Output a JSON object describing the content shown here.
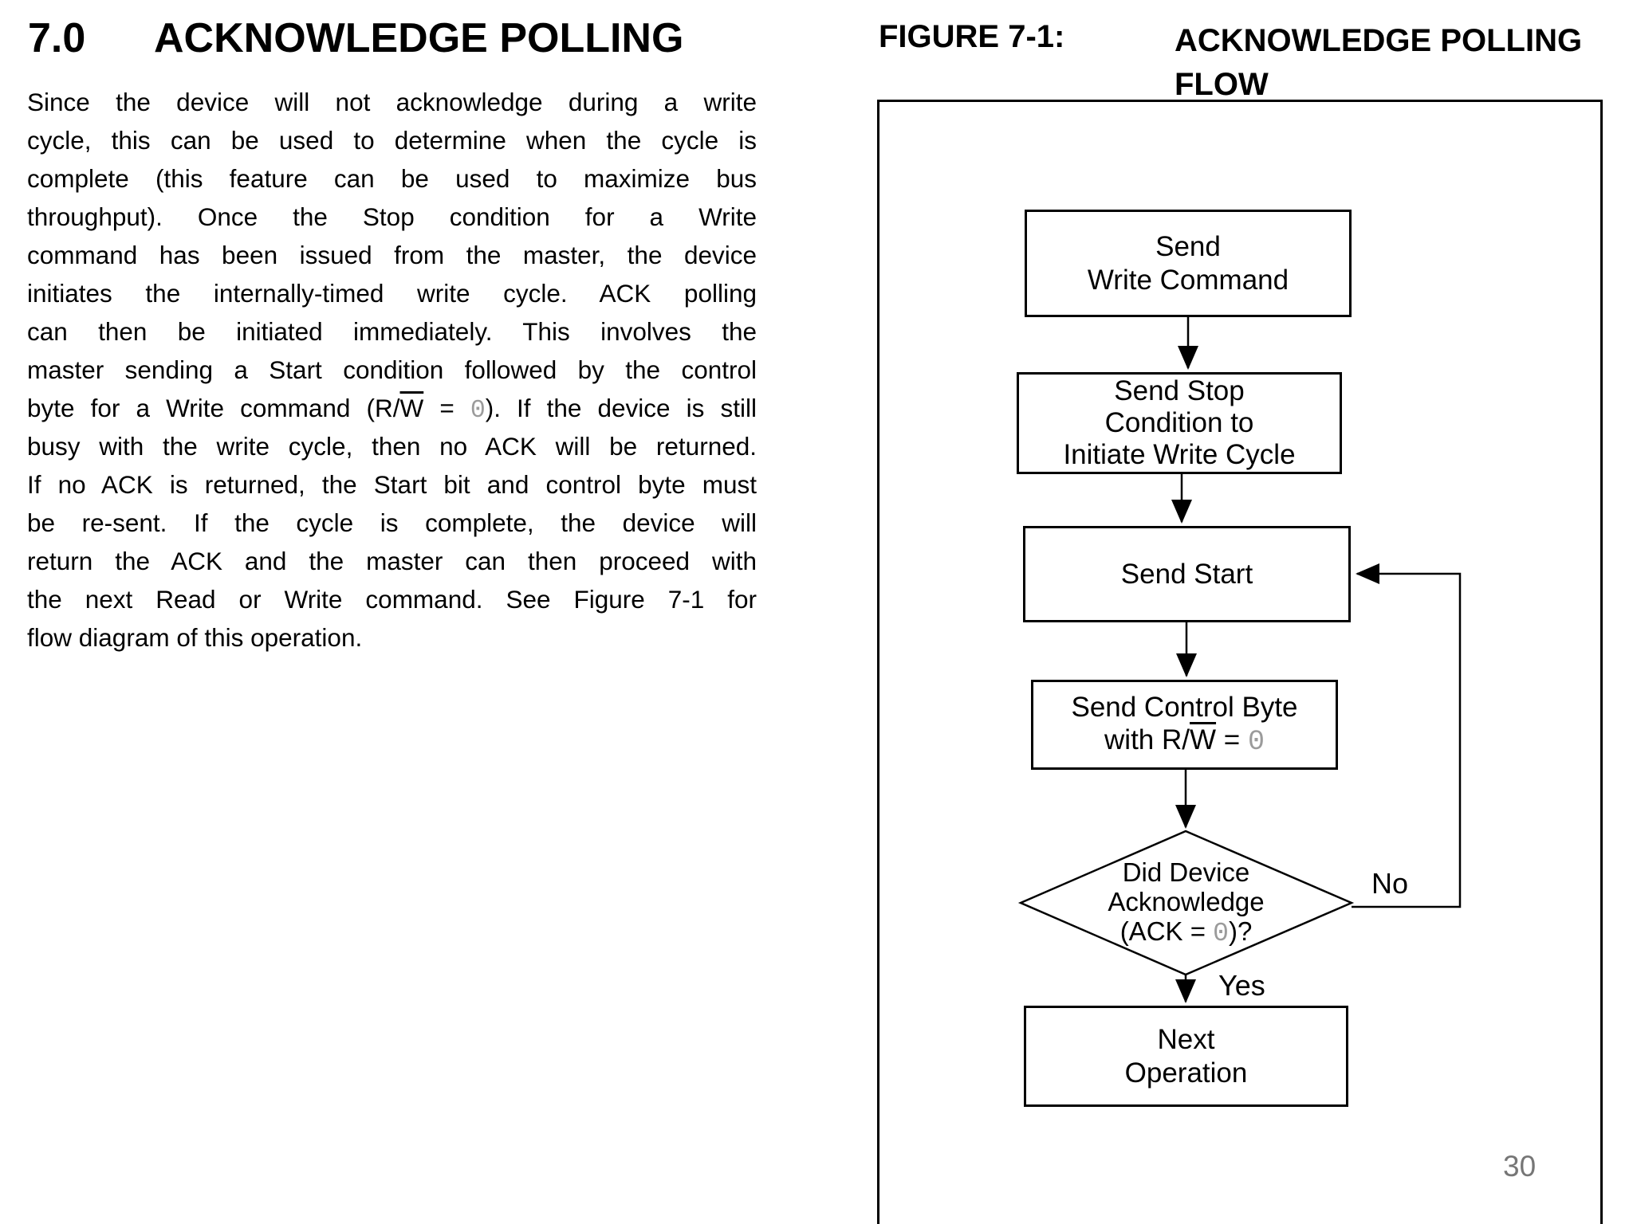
{
  "colors": {
    "text": "#000000",
    "muted_zero": "#9b9b9b",
    "page_number": "#767676"
  },
  "page": {
    "section_number": "7.0",
    "section_title": "ACKNOWLEDGE POLLING",
    "page_number": "30"
  },
  "paragraph": {
    "line1": "Since the device will not acknowledge during a write",
    "line2": "cycle, this can be used to determine when the cycle is",
    "line3": "complete (this feature can be used to maximize bus",
    "line4": "throughput). Once the Stop condition for a Write",
    "line5": "command has been issued from the master, the device",
    "line6": "initiates the internally-timed write cycle. ACK polling",
    "line7": "can then be initiated immediately. This involves the",
    "line8": "master sending a Start condition followed by the control",
    "line9": {
      "seg1": "byte for a Write command (R/",
      "w": "W",
      "eq": " = ",
      "zero": "0",
      "seg3": "). If the device is still"
    },
    "line10": "busy with the write cycle, then no ACK will be returned.",
    "line11": "If no ACK is returned, the Start bit and control byte must",
    "line12": "be re-sent. If the cycle is complete, the device will",
    "line13": "return the ACK and the master can then proceed with",
    "line14": "the next Read or Write command. See Figure 7-1 for",
    "line15": "flow diagram of this operation."
  },
  "figure": {
    "label": "FIGURE 7-1:",
    "title_line1": "ACKNOWLEDGE POLLING",
    "title_line2": "FLOW",
    "flow": {
      "box1": {
        "line1": "Send",
        "line2": "Write Command"
      },
      "box2": {
        "line1": "Send Stop",
        "line2": "Condition to",
        "line3": "Initiate Write Cycle"
      },
      "box3": {
        "line1": "Send Start"
      },
      "box4": {
        "line1": "Send Control Byte",
        "pre": "with R/",
        "w": "W",
        "eq": " = ",
        "zero": "0"
      },
      "decision": {
        "line1": "Did Device",
        "line2": "Acknowledge",
        "pre": "(ACK = ",
        "zero": "0",
        "post": ")?"
      },
      "box5": {
        "line1": "Next",
        "line2": "Operation"
      },
      "no_label": "No",
      "yes_label": "Yes"
    }
  }
}
